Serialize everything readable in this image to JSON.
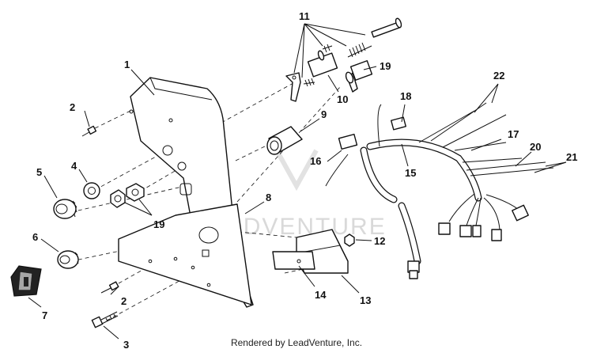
{
  "watermark": "LEADVENTURE",
  "footer": "Rendered by LeadVenture, Inc.",
  "callouts": {
    "c1": "1",
    "c2a": "2",
    "c2b": "2",
    "c3": "3",
    "c4": "4",
    "c5": "5",
    "c6": "6",
    "c7": "7",
    "c8": "8",
    "c9": "9",
    "c10": "10",
    "c11": "11",
    "c12": "12",
    "c13": "13",
    "c14": "14",
    "c15": "15",
    "c16": "16",
    "c17": "17",
    "c18": "18",
    "c19a": "19",
    "c19b": "19",
    "c20": "20",
    "c21": "21",
    "c22": "22"
  }
}
